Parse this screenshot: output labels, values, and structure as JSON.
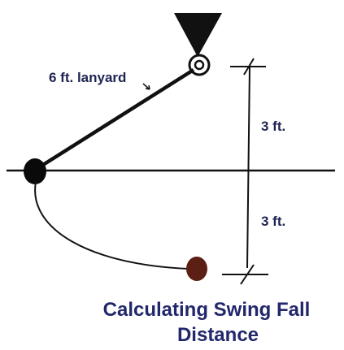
{
  "diagram": {
    "lanyard_label": "6 ft. lanyard",
    "upper_dimension_label": "3 ft.",
    "lower_dimension_label": "3 ft.",
    "title_line1": "Calculating Swing Fall",
    "title_line2": "Distance"
  },
  "colors": {
    "line": "#111111",
    "label_text": "#1f2452",
    "title_text": "#22276b",
    "end_ball": "#5b1f14"
  }
}
